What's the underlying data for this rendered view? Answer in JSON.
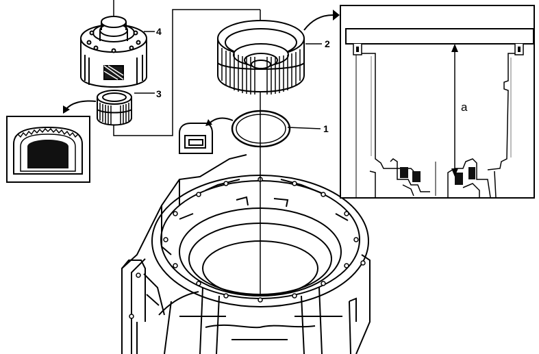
{
  "figure": {
    "callouts": {
      "part_1": "1",
      "part_2": "2",
      "part_3": "3",
      "part_4": "4",
      "dimension_a": "a"
    }
  },
  "colors": {
    "line": "#000000",
    "fill": "#ffffff",
    "dark": "#1a1a1a",
    "gray": "#7a7a7a"
  }
}
